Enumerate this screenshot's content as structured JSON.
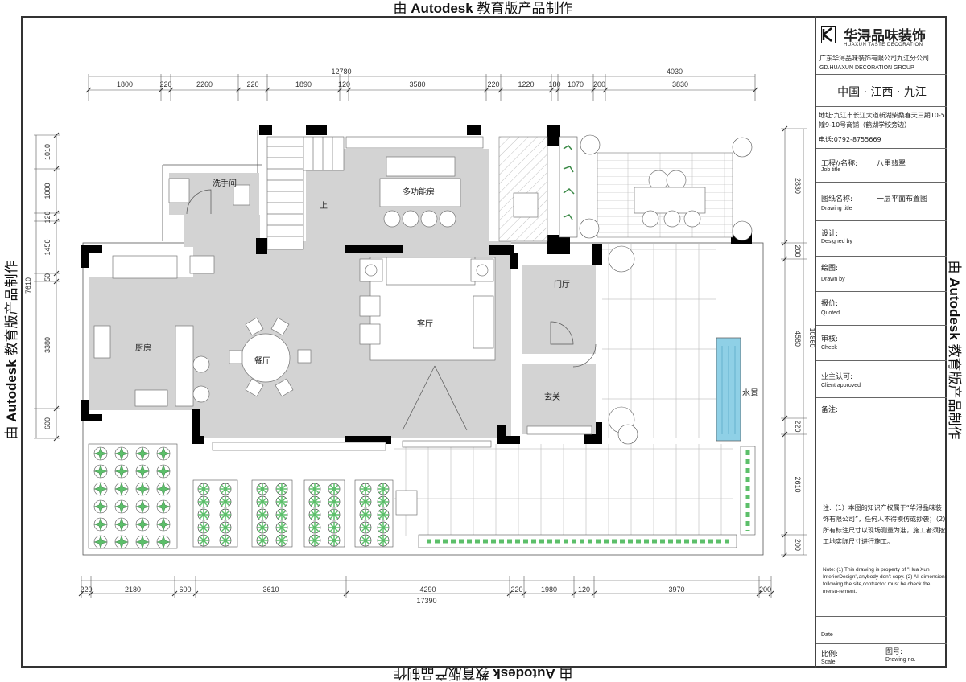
{
  "stamps": {
    "prefix": "由 ",
    "brand": "Autodesk",
    "suffix": " 教育版产品制作"
  },
  "title_block": {
    "logo_cn": "华浔品味装饰",
    "logo_en": "HUAXUN TASTE DECORATION",
    "company_cn": "广东华浔品味装饰有限公司九江分公司",
    "company_en": "GD.HUAXUN DECORATION GROUP",
    "region": "中国 · 江西 · 九江",
    "address": "地址:九江市长江大道新湖柴桑春天三期10-5幢9-10号商铺（鹤湖学校旁边）",
    "phone": "电话:0792-8755669",
    "job_cn": "工程//名称:",
    "job_en": "Job title",
    "job_value": "八里翡翠",
    "drawing_cn": "图纸名称:",
    "drawing_en": "Drawing title",
    "drawing_value": "一层平面布置图",
    "design_cn": "设计:",
    "design_en": "Designed by",
    "drawn_cn": "绘图:",
    "drawn_en": "Drawn by",
    "quote_cn": "报价:",
    "quote_en": "Quoted",
    "check_cn": "审核:",
    "check_en": "Check",
    "client_cn": "业主认可:",
    "client_en": "Client approved",
    "remark_cn": "备注:",
    "note_cn": "注:（1）本图的知识产权属于“华浔品味装饰有限公司”，任何人不得模仿或抄袭；（2）所有标注尺寸以现场测量为准，施工者须按工地实际尺寸进行施工。",
    "note_en": "Note: (1) This drawing is property of \"Hua Xun InteriorDesign\",anybody don't copy. (2) All dimensions following the site,contractor must be check the mersu-rement.",
    "date_en": "Date",
    "scale_cn": "比例:",
    "scale_en": "Scale",
    "dwgno_cn": "图号:",
    "dwgno_en": "Drawing no."
  },
  "rooms": {
    "toilet": "洗手间",
    "multi": "多功能房",
    "stairs_up": "上",
    "kitchen": "厨房",
    "dining": "餐厅",
    "living": "客厅",
    "gate_hall": "门厅",
    "foyer": "玄关",
    "water": "水景"
  },
  "dims_top": {
    "total_left": "12780",
    "total_right": "4030",
    "segments": [
      "1800",
      "220",
      "2260",
      "220",
      "1890",
      "120",
      "3580",
      "220",
      "1220",
      "180",
      "1070",
      "200",
      "3830"
    ]
  },
  "dims_bottom": {
    "total": "17390",
    "segments": [
      "220",
      "2180",
      "600",
      "3610",
      "4290",
      "220",
      "1980",
      "120",
      "3970",
      "200"
    ]
  },
  "dims_left": {
    "total": "7610",
    "segments": [
      "1010",
      "1000",
      "120",
      "1450",
      "50",
      "3380",
      "600"
    ]
  },
  "dims_right": {
    "total": "10860",
    "segments": [
      "2830",
      "200",
      "4580",
      "220",
      "2610",
      "200"
    ]
  },
  "colors": {
    "floor": "#d3d3d3",
    "wall": "#000000",
    "plant": "#5cbf6a",
    "water": "#8fd0e6"
  }
}
